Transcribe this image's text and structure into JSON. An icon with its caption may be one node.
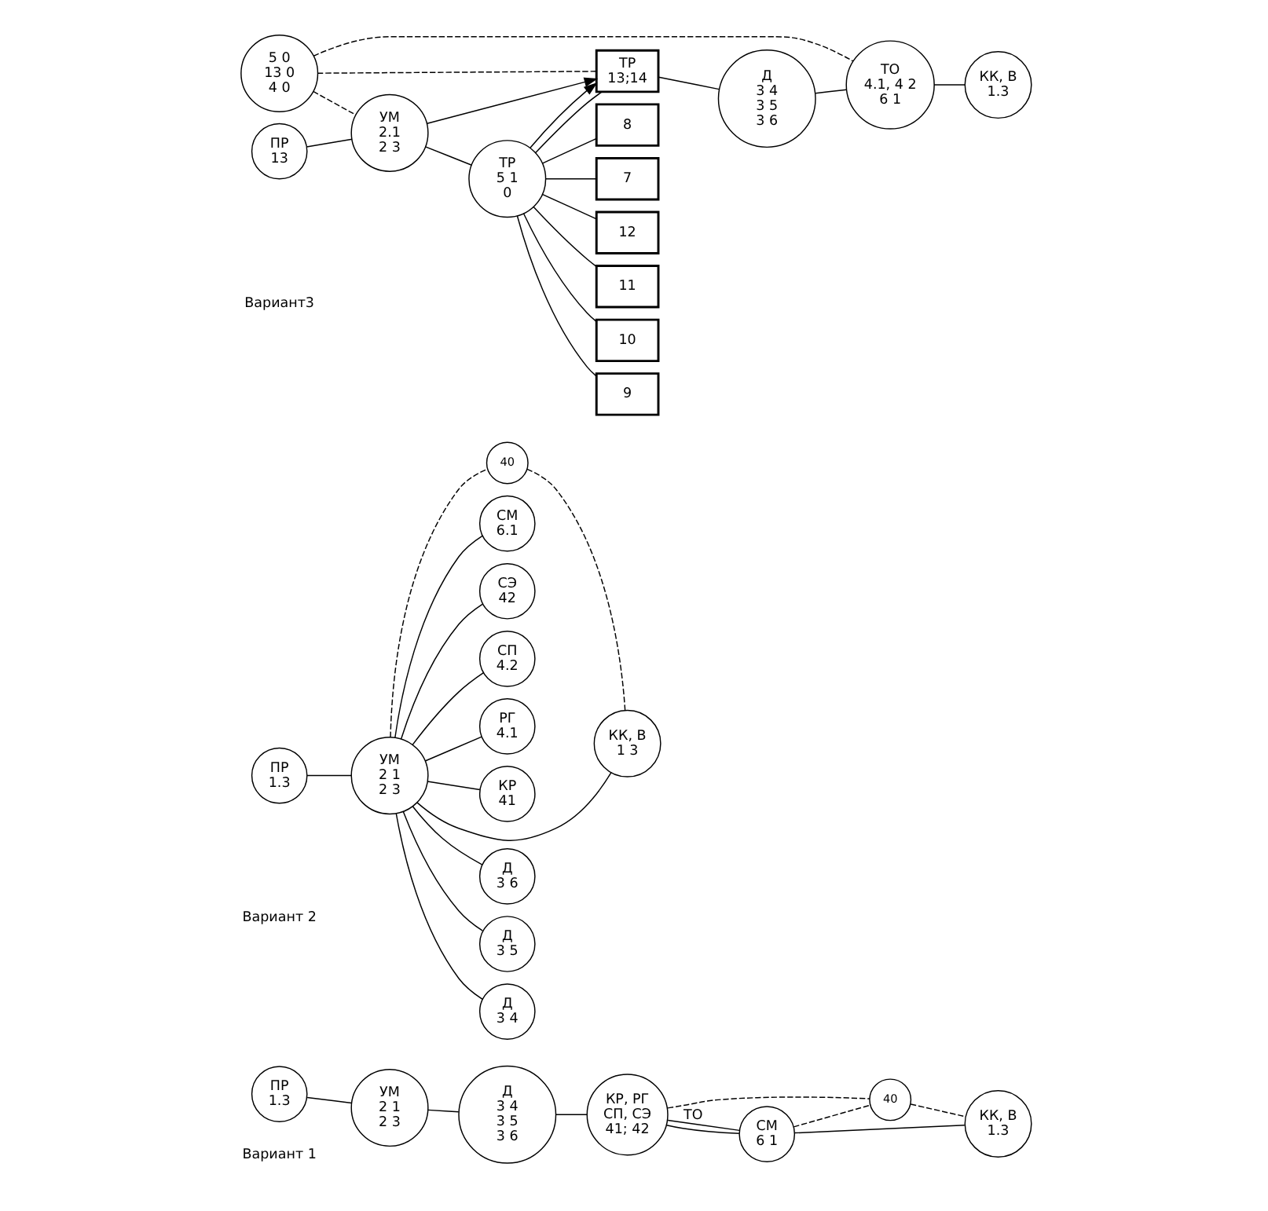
{
  "diagram": {
    "nodes": [
      {
        "text": [
          "ПР",
          "1.3"
        ]
      },
      {
        "text": [
          "УМ",
          "2 1",
          "2 3"
        ]
      },
      {
        "text": [
          "Д",
          "3 4",
          "3 5",
          "3 6"
        ]
      },
      {
        "text": [
          "КР, РГ",
          "СП, СЭ",
          "41; 42"
        ]
      },
      {
        "text": [
          "СМ",
          "6 1"
        ]
      },
      {
        "text": [
          "КК, В",
          "1.3"
        ]
      },
      {
        "text": [
          "40"
        ]
      },
      {
        "text": [
          "ПР",
          "1.3"
        ]
      },
      {
        "text": [
          "УМ",
          "2 1",
          "2 3"
        ]
      },
      {
        "text": [
          "Д",
          "3 4"
        ]
      },
      {
        "text": [
          "Д",
          "3 5"
        ]
      },
      {
        "text": [
          "Д",
          "3 6"
        ]
      },
      {
        "text": [
          "КК, В",
          "1 3"
        ]
      },
      {
        "text": [
          "КР",
          "41"
        ]
      },
      {
        "text": [
          "РГ",
          "4.1"
        ]
      },
      {
        "text": [
          "СП",
          "4.2"
        ]
      },
      {
        "text": [
          "СЭ",
          "42"
        ]
      },
      {
        "text": [
          "СМ",
          "6.1"
        ]
      },
      {
        "text": [
          "40"
        ]
      },
      {
        "text": [
          "5 0",
          "13 0",
          "4 0"
        ]
      },
      {
        "text": [
          "ПР",
          "13"
        ]
      },
      {
        "text": [
          "УМ",
          "2.1",
          "2 3"
        ]
      },
      {
        "text": [
          "ТР",
          "5 1",
          "0"
        ]
      },
      {
        "text": [
          "ТР",
          "13;14"
        ]
      },
      {
        "text": [
          "Д",
          "3 4",
          "3 5",
          "3 6"
        ]
      },
      {
        "text": [
          "ТО",
          "4.1, 4 2",
          "6 1"
        ]
      },
      {
        "text": [
          "КК, В",
          "1.3"
        ]
      },
      {
        "text": [
          "7"
        ]
      },
      {
        "text": [
          "8"
        ]
      },
      {
        "text": [
          "9"
        ]
      },
      {
        "text": [
          "10"
        ]
      },
      {
        "text": [
          "11"
        ]
      },
      {
        "text": [
          "12"
        ]
      }
    ],
    "edges": [
      {
        "from": 0,
        "to": 1,
        "arrow": "none"
      },
      {
        "from": 1,
        "to": 2,
        "arrow": "none"
      },
      {
        "from": 2,
        "to": 3,
        "arrow": "none"
      },
      {
        "from": 3,
        "to": 4,
        "arrow": "none"
      },
      {
        "from": 3,
        "to": 4,
        "arrow": "none",
        "label": "ТО"
      },
      {
        "from": 4,
        "to": 5,
        "arrow": "none"
      },
      {
        "from": 3,
        "to": 6,
        "arrow": "none",
        "style": "dashed"
      },
      {
        "from": 4,
        "to": 6,
        "arrow": "none",
        "style": "dashed"
      },
      {
        "from": 6,
        "to": 5,
        "arrow": "none",
        "style": "dashed"
      },
      {
        "from": 7,
        "to": 8,
        "arrow": "none"
      },
      {
        "from": 8,
        "to": 9,
        "arrow": "none"
      },
      {
        "from": 8,
        "to": 10,
        "arrow": "none"
      },
      {
        "from": 8,
        "to": 11,
        "arrow": "none"
      },
      {
        "from": 8,
        "to": 13,
        "arrow": "none"
      },
      {
        "from": 8,
        "to": 14,
        "arrow": "none"
      },
      {
        "from": 8,
        "to": 15,
        "arrow": "none"
      },
      {
        "from": 8,
        "to": 16,
        "arrow": "none"
      },
      {
        "from": 8,
        "to": 17,
        "arrow": "none"
      },
      {
        "from": 8,
        "to": 12,
        "arrow": "none"
      },
      {
        "from": 8,
        "to": 18,
        "arrow": "none",
        "style": "dashed"
      },
      {
        "from": 18,
        "to": 12,
        "arrow": "none",
        "style": "dashed"
      },
      {
        "from": 20,
        "to": 21,
        "arrow": "none"
      },
      {
        "from": 21,
        "to": 22,
        "arrow": "none"
      },
      {
        "from": 22,
        "to": 23,
        "arrow": "none"
      },
      {
        "from": 21,
        "to": 23,
        "arrow": "to"
      },
      {
        "from": 22,
        "to": 23,
        "arrow": "to"
      },
      {
        "from": 23,
        "to": 24,
        "arrow": "none"
      },
      {
        "from": 24,
        "to": 25,
        "arrow": "none"
      },
      {
        "from": 25,
        "to": 26,
        "arrow": "none"
      },
      {
        "from": 19,
        "to": 21,
        "arrow": "none",
        "style": "dashed"
      },
      {
        "from": 19,
        "to": 23,
        "arrow": "none",
        "style": "dashed"
      },
      {
        "from": 19,
        "to": 25,
        "arrow": "none",
        "style": "dashed"
      },
      {
        "from": 22,
        "to": 27,
        "arrow": "none"
      },
      {
        "from": 22,
        "to": 28,
        "arrow": "none"
      },
      {
        "from": 22,
        "to": 29,
        "arrow": "none"
      },
      {
        "from": 22,
        "to": 30,
        "arrow": "none"
      },
      {
        "from": 22,
        "to": 31,
        "arrow": "none"
      },
      {
        "from": 22,
        "to": 32,
        "arrow": "none"
      }
    ],
    "labels": [
      "Вариант 1",
      "Вариант 2",
      "Вариант3"
    ]
  }
}
